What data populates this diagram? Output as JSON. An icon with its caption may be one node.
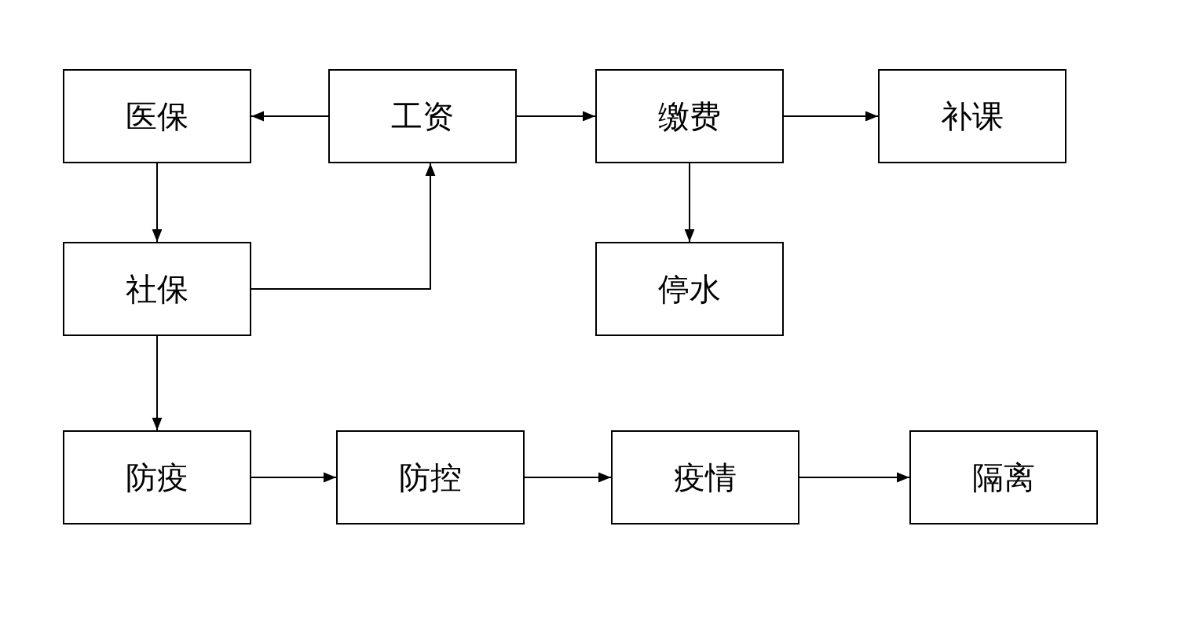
{
  "diagram": {
    "nodes": [
      {
        "text": [
          "医保"
        ]
      },
      {
        "text": [
          "工资"
        ]
      },
      {
        "text": [
          "缴费"
        ]
      },
      {
        "text": [
          "补课"
        ]
      },
      {
        "text": [
          "社保"
        ]
      },
      {
        "text": [
          "停水"
        ]
      },
      {
        "text": [
          "防疫"
        ]
      },
      {
        "text": [
          "防控"
        ]
      },
      {
        "text": [
          "疫情"
        ]
      },
      {
        "text": [
          "隔离"
        ]
      }
    ],
    "edges": [
      {
        "from": 1,
        "to": 0,
        "arrow": "to"
      },
      {
        "from": 1,
        "to": 2,
        "arrow": "to"
      },
      {
        "from": 2,
        "to": 3,
        "arrow": "to"
      },
      {
        "from": 0,
        "to": 4,
        "arrow": "to"
      },
      {
        "from": 4,
        "to": 1,
        "arrow": "to"
      },
      {
        "from": 2,
        "to": 5,
        "arrow": "to"
      },
      {
        "from": 4,
        "to": 6,
        "arrow": "to"
      },
      {
        "from": 6,
        "to": 7,
        "arrow": "to"
      },
      {
        "from": 7,
        "to": 8,
        "arrow": "to"
      },
      {
        "from": 8,
        "to": 9,
        "arrow": "to"
      }
    ]
  }
}
